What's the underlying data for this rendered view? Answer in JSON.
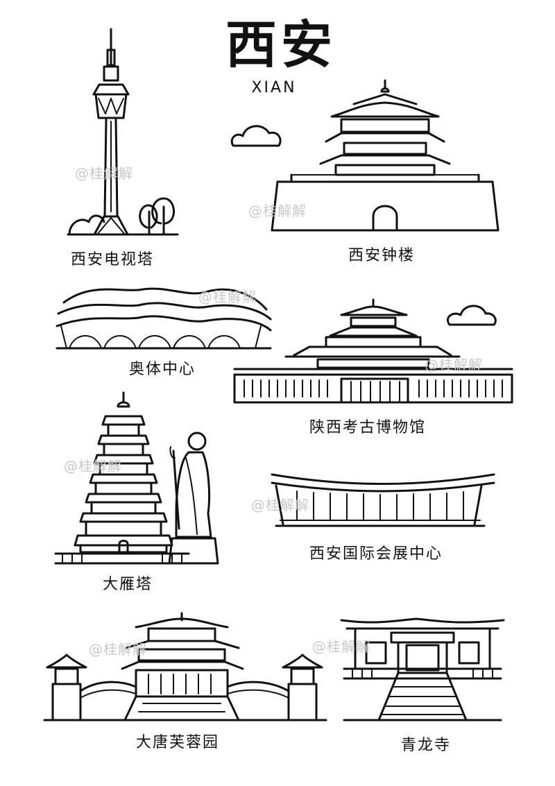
{
  "header": {
    "title": "西安",
    "subtitle": "XIAN"
  },
  "landmarks": [
    {
      "label": "西安电视塔"
    },
    {
      "label": "西安钟楼"
    },
    {
      "label": "奥体中心"
    },
    {
      "label": "陕西考古博物馆"
    },
    {
      "label": "大雁塔"
    },
    {
      "label": "西安国际会展中心"
    },
    {
      "label": "大唐芙蓉园"
    },
    {
      "label": "青龙寺"
    }
  ],
  "watermark": "@桂解解",
  "colors": {
    "ink": "#111111",
    "watermark": "#c9c9c9",
    "background": "#ffffff"
  }
}
